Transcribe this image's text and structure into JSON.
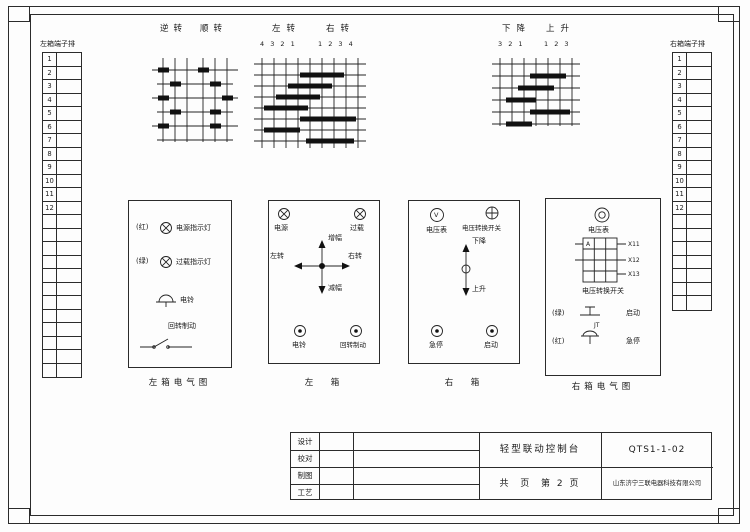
{
  "drawing": {
    "number": "QTS1-1-02",
    "title": "轻型联动控制台",
    "pages": "共  页  第 2 页",
    "company": "山东济宁三联电器科技有限公司"
  },
  "title_block": {
    "labels": [
      "设计",
      "校对",
      "制图",
      "工艺"
    ]
  },
  "left_terminal": {
    "title": "左箱端子排",
    "rows": [
      "1",
      "2",
      "3",
      "4",
      "5",
      "6",
      "7",
      "8",
      "9",
      "10",
      "11",
      "12",
      "",
      "",
      "",
      "",
      "",
      "",
      "",
      "",
      "",
      "",
      "",
      ""
    ]
  },
  "right_terminal": {
    "title": "右箱端子排",
    "rows": [
      "1",
      "2",
      "3",
      "4",
      "5",
      "6",
      "7",
      "8",
      "9",
      "10",
      "11",
      "12",
      "",
      "",
      "",
      "",
      "",
      "",
      ""
    ]
  },
  "cam": {
    "g1": {
      "left": "逆转",
      "right": "顺转"
    },
    "g2": {
      "left": "左转",
      "right": "右转",
      "left_nums": "4 3 2 1",
      "right_nums": "1 2 3 4"
    },
    "g3": {
      "left": "下降",
      "right": "上升",
      "left_nums": "3 2 1",
      "right_nums": "1 2 3"
    }
  },
  "box1": {
    "caption": "左箱电气图",
    "r1_tag": "(红)",
    "r1_label": "电源指示灯",
    "r2_tag": "(绿)",
    "r2_label": "过载指示灯",
    "r3_label": "电铃",
    "r4_label": "回转制动"
  },
  "box2": {
    "caption": "左  箱",
    "power": "电源",
    "overload": "过载",
    "up": "增幅",
    "down": "减幅",
    "left": "左转",
    "right": "右转",
    "bell": "电铃",
    "brake": "回转制动"
  },
  "box3": {
    "caption": "右  箱",
    "voltmeter": "电压表",
    "v": "V",
    "vswitch": "电压转换开关",
    "down": "下降",
    "up": "上升",
    "estop": "急停",
    "start": "启动"
  },
  "box4": {
    "caption": "右箱电气图",
    "voltmeter": "电压表",
    "a": "A",
    "x11": "X11",
    "x12": "X12",
    "x13": "X13",
    "vswitch": "电压转换开关",
    "start_tag": "(绿)",
    "start": "启动",
    "jt": "JT",
    "estop_tag": "(红)",
    "estop": "急停"
  }
}
